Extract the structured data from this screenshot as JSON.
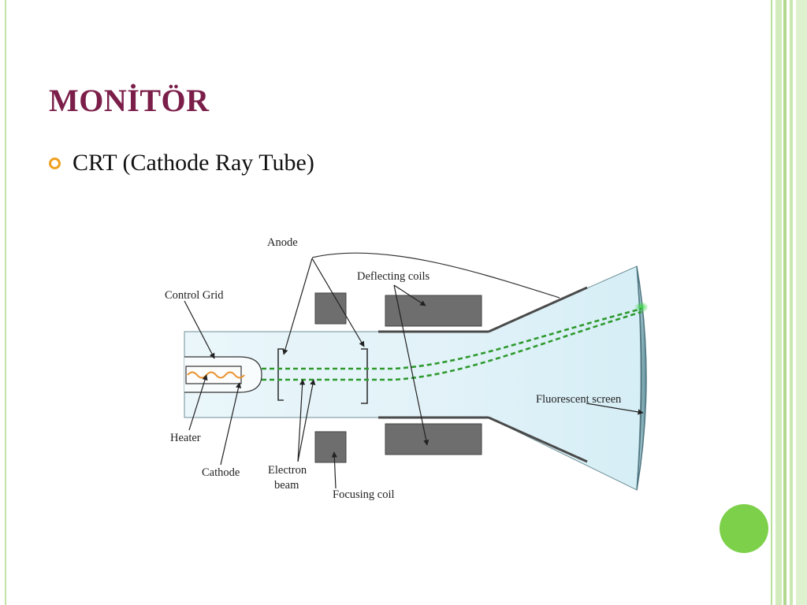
{
  "slide": {
    "title": "MONİTÖR",
    "bullets": [
      {
        "text": "CRT (Cathode Ray Tube)"
      }
    ]
  },
  "diagram": {
    "labels": {
      "anode": "Anode",
      "deflecting_coils": "Deflecting coils",
      "control_grid": "Control Grid",
      "fluorescent_screen": "Fluorescent screen",
      "heater": "Heater",
      "cathode": "Cathode",
      "electron_beam_line1": "Electron",
      "electron_beam_line2": "beam",
      "focusing_coil": "Focusing coil"
    }
  },
  "colors": {
    "title": "#7b1f4a",
    "bullet": "#f0a020",
    "accent_circle": "#7dd04a",
    "tube_glass": "#e3f3f8",
    "coil": "#6e6e6e",
    "beam": "#2e9a2e",
    "heater": "#e8902a"
  }
}
